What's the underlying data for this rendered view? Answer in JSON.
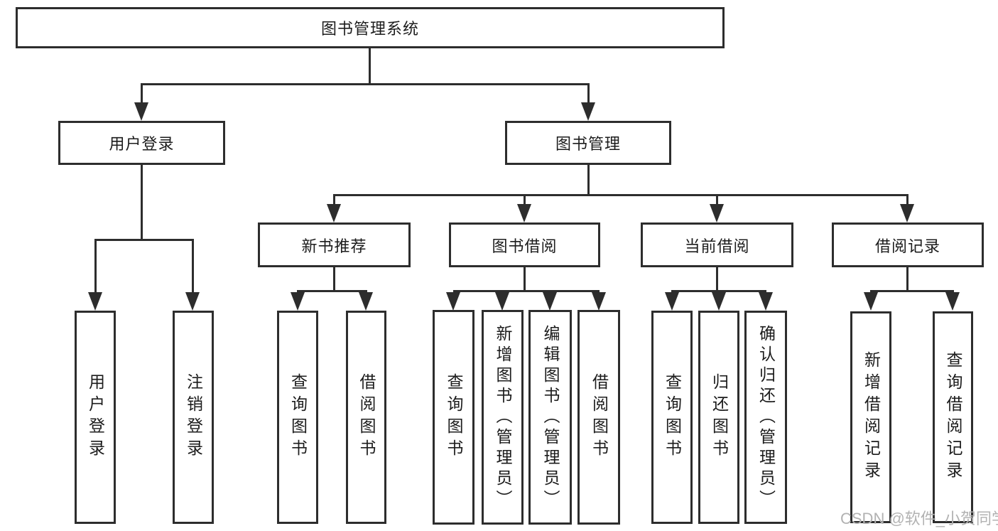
{
  "nodes": {
    "root": "图书管理系统",
    "user_login": "用户登录",
    "book_mgmt": "图书管理",
    "new_book_rec": "新书推荐",
    "book_borrow": "图书借阅",
    "current_borrow": "当前借阅",
    "borrow_records": "借阅记录",
    "ul_user_login": "用户登录",
    "ul_logout": "注销登录",
    "nbr_query_book": "查询图书",
    "nbr_borrow_book": "借阅图书",
    "bb_query_book": "查询图书",
    "bb_add_book": "新增图书（管理员）",
    "bb_edit_book": "编辑图书（管理员）",
    "bb_borrow_book": "借阅图书",
    "cb_query_book": "查询图书",
    "cb_return_book": "归还图书",
    "cb_confirm_return": "确认归还（管理员）",
    "br_add_record": "新增借阅记录",
    "br_query_record": "查询借阅记录"
  },
  "edges": [
    {
      "from": "root",
      "to": [
        "user_login",
        "book_mgmt"
      ]
    },
    {
      "from": "user_login",
      "to": [
        "ul_user_login",
        "ul_logout"
      ]
    },
    {
      "from": "book_mgmt",
      "to": [
        "new_book_rec",
        "book_borrow",
        "current_borrow",
        "borrow_records"
      ]
    },
    {
      "from": "new_book_rec",
      "to": [
        "nbr_query_book",
        "nbr_borrow_book"
      ]
    },
    {
      "from": "book_borrow",
      "to": [
        "bb_query_book",
        "bb_add_book",
        "bb_edit_book",
        "bb_borrow_book"
      ]
    },
    {
      "from": "current_borrow",
      "to": [
        "cb_query_book",
        "cb_return_book",
        "cb_confirm_return"
      ]
    },
    {
      "from": "borrow_records",
      "to": [
        "br_add_record",
        "br_query_record"
      ]
    }
  ],
  "watermark": "CSDN @软件_小贺同学",
  "colors": {
    "line": "#2d2d2d",
    "background": "#ffffff",
    "text": "#1c1c1c",
    "watermark": "#b2b2b2"
  }
}
